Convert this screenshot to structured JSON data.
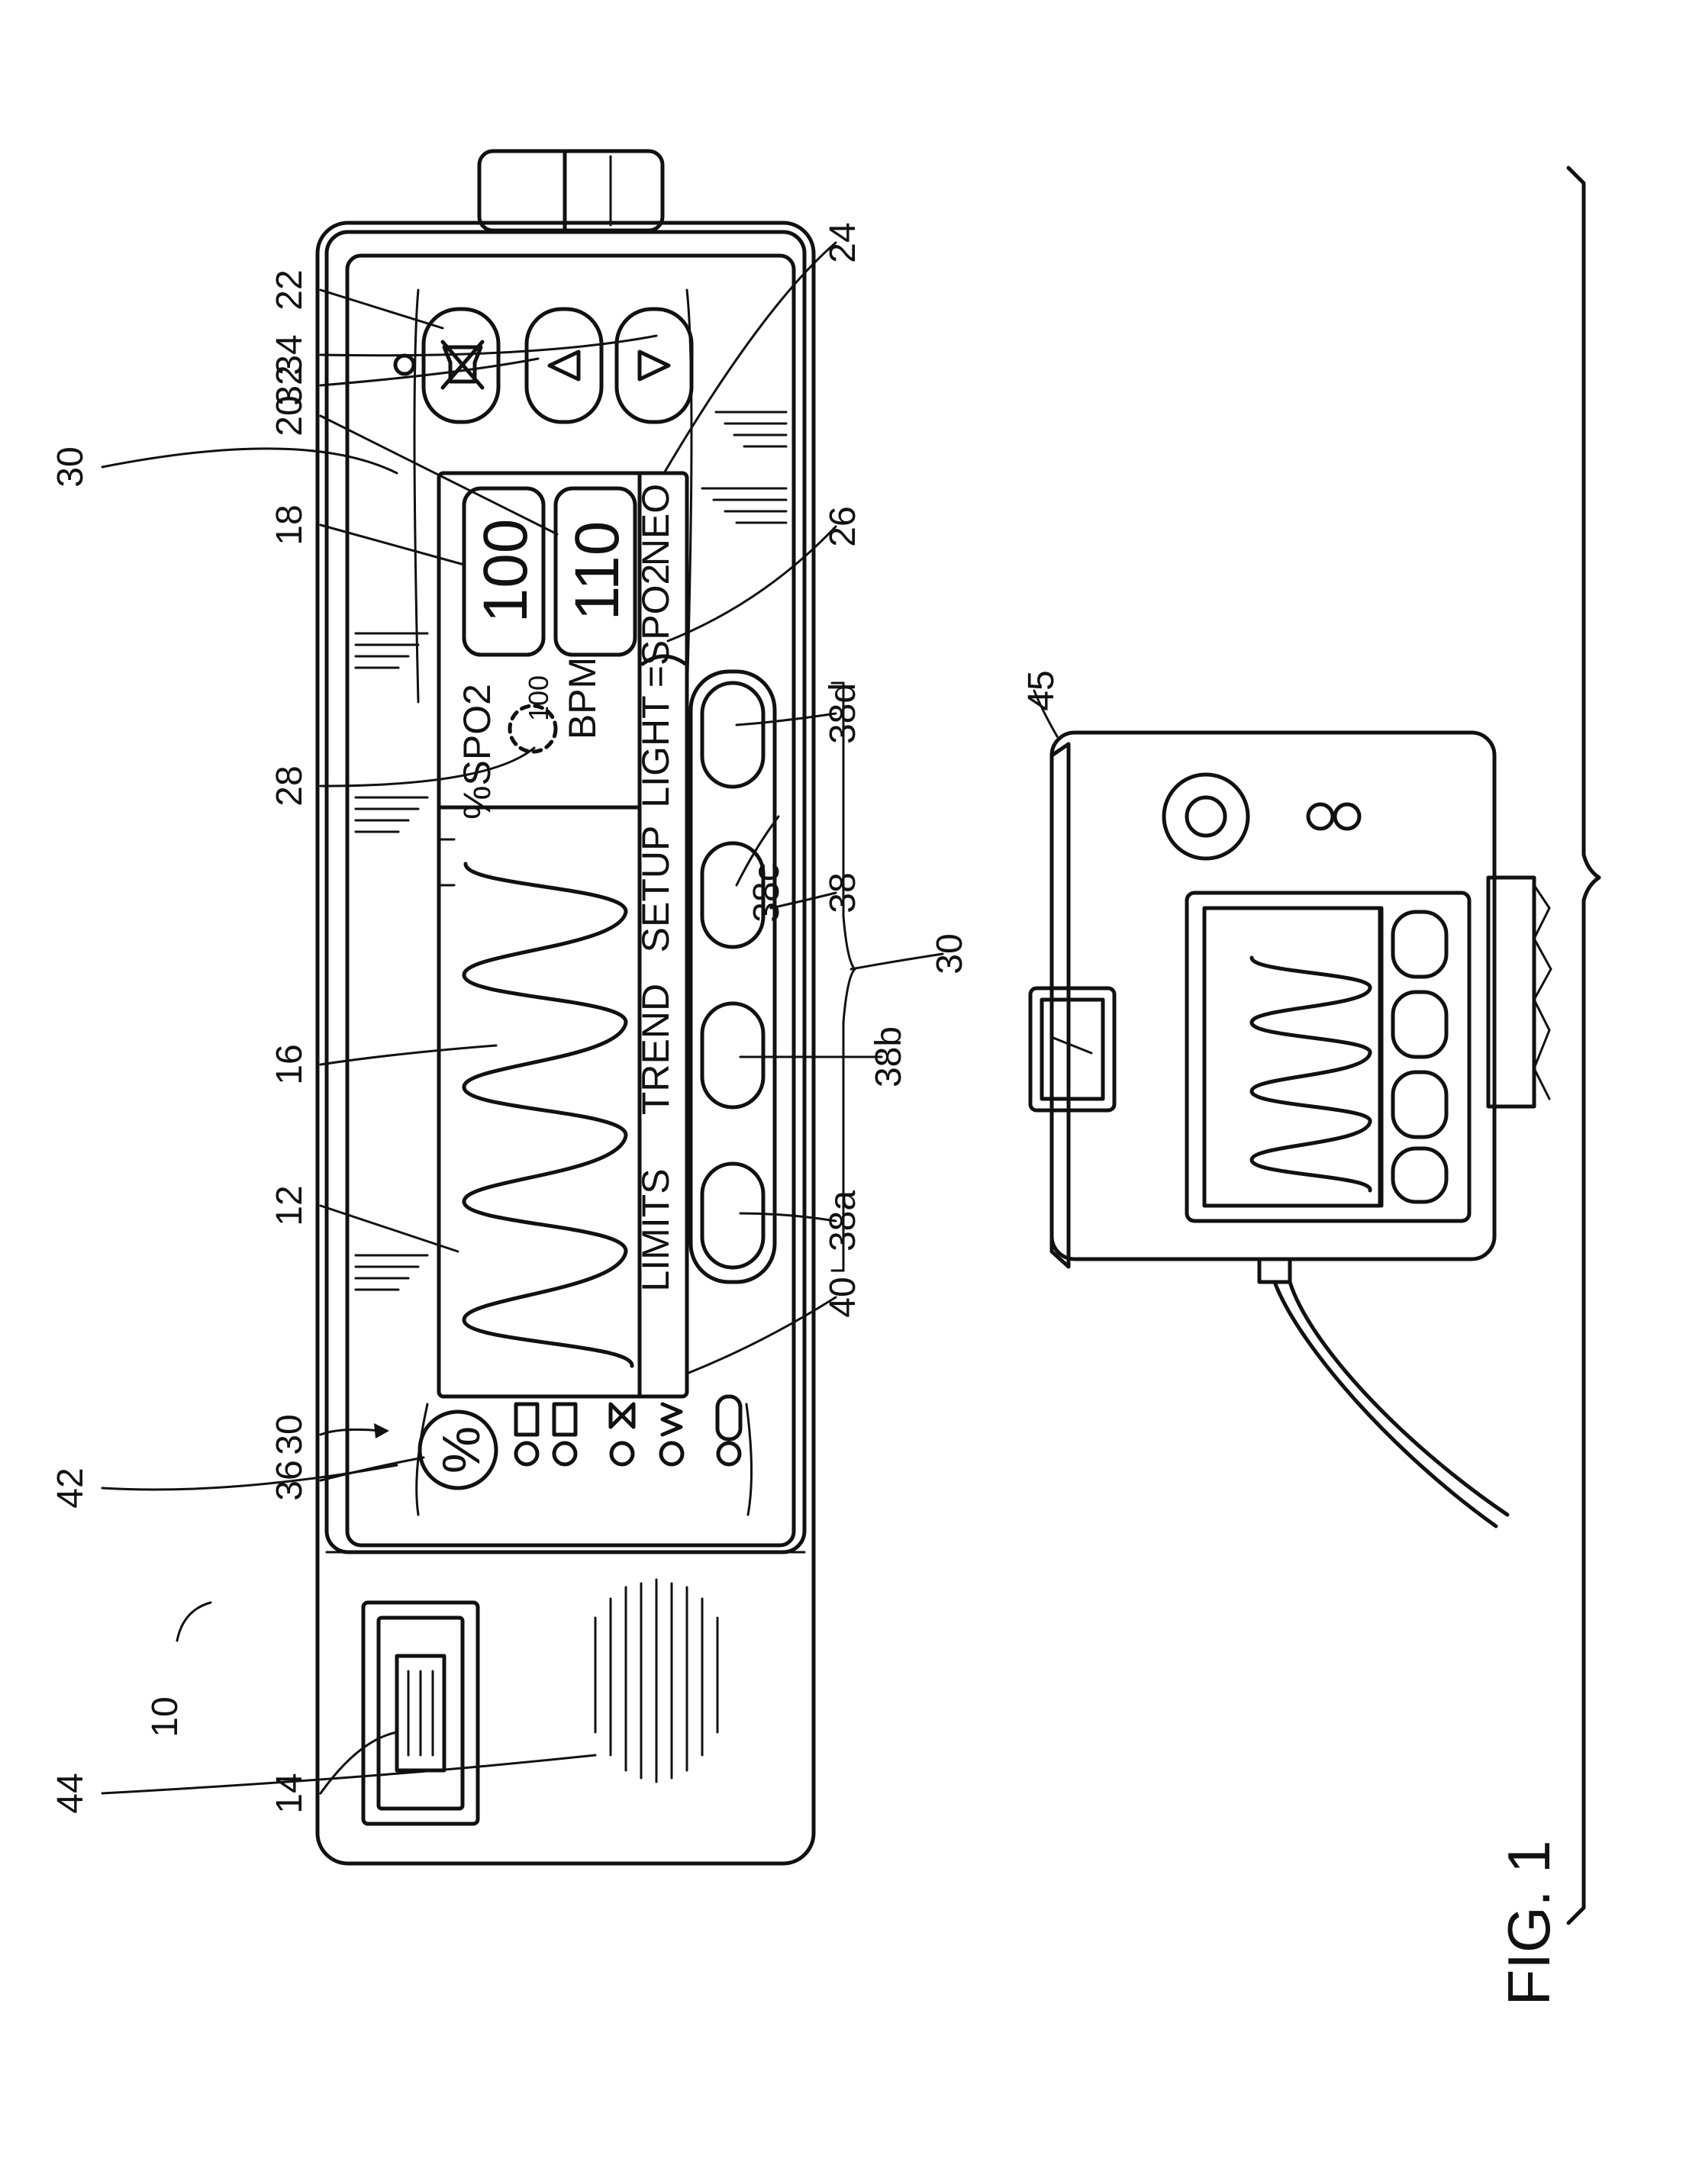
{
  "figure": {
    "caption": "FIG. 1"
  },
  "display": {
    "spo2_unit": "%SPO2",
    "spo2_value": "100",
    "bpm_unit": "BPM",
    "bpm_scale": "100",
    "pulse_value": "110",
    "mode_text": "NEO",
    "spo2_indicator": "=SPO2"
  },
  "softkeys": [
    "LIMITS",
    "TREND",
    "SETUP",
    "LIGHT"
  ],
  "references": {
    "r10": "10",
    "r12": "12",
    "r14": "14",
    "r16": "16",
    "r18": "18",
    "r20": "20",
    "r22": "22",
    "r24": "24",
    "r26": "26",
    "r28": "28",
    "r30a": "30",
    "r30b": "30",
    "r30c": "30",
    "r32": "32",
    "r34": "34",
    "r36": "36",
    "r38": "38",
    "r38a": "38a",
    "r38b": "38b",
    "r38c": "38c",
    "r38d": "38d",
    "r40": "40",
    "r42": "42",
    "r44": "44",
    "r45": "45"
  },
  "icons": [
    "battery-icon",
    "battery-low-icon",
    "heart-icon",
    "interference-icon",
    "sensor-icon",
    "percent-button-icon",
    "alarm-silence-icon",
    "up-arrow-icon",
    "down-arrow-icon",
    "speaker-grille-icon",
    "connector-icon"
  ]
}
